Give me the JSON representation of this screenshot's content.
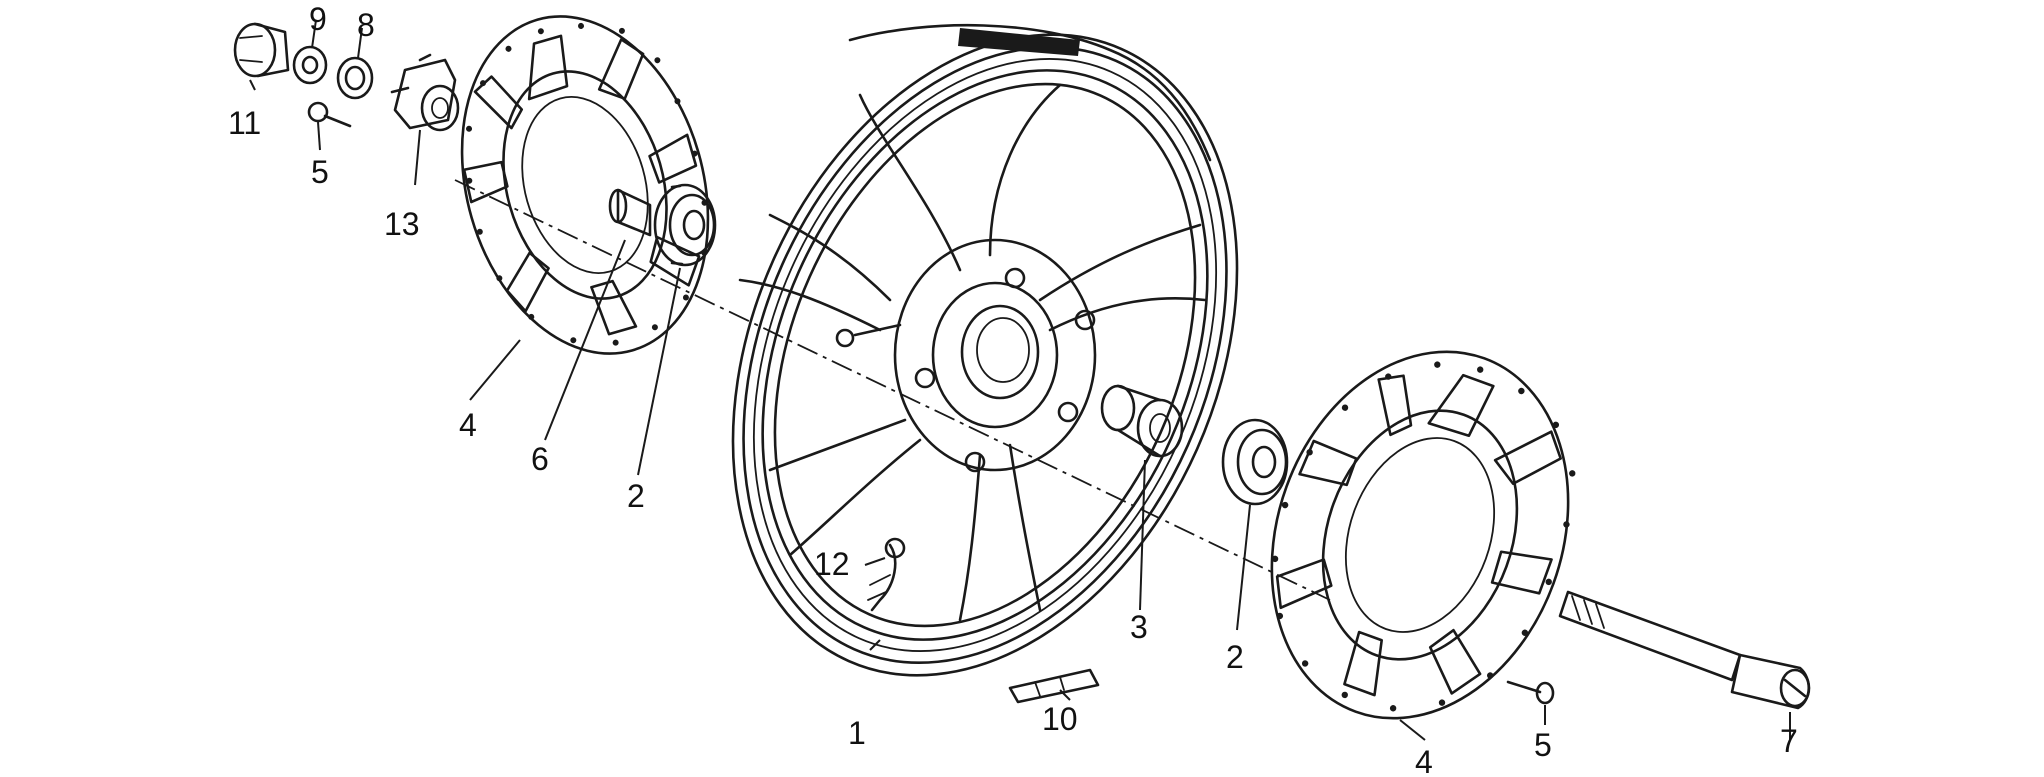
{
  "callouts": [
    {
      "id": "c1",
      "text": "1"
    },
    {
      "id": "c2a",
      "text": "2"
    },
    {
      "id": "c2b",
      "text": "2"
    },
    {
      "id": "c3",
      "text": "3"
    },
    {
      "id": "c4a",
      "text": "4"
    },
    {
      "id": "c4b",
      "text": "4"
    },
    {
      "id": "c5a",
      "text": "5"
    },
    {
      "id": "c5b",
      "text": "5"
    },
    {
      "id": "c6",
      "text": "6"
    },
    {
      "id": "c7",
      "text": "7"
    },
    {
      "id": "c8",
      "text": "8"
    },
    {
      "id": "c9",
      "text": "9"
    },
    {
      "id": "c10",
      "text": "10"
    },
    {
      "id": "c11",
      "text": "11"
    },
    {
      "id": "c12",
      "text": "12"
    },
    {
      "id": "c13",
      "text": "13"
    }
  ]
}
